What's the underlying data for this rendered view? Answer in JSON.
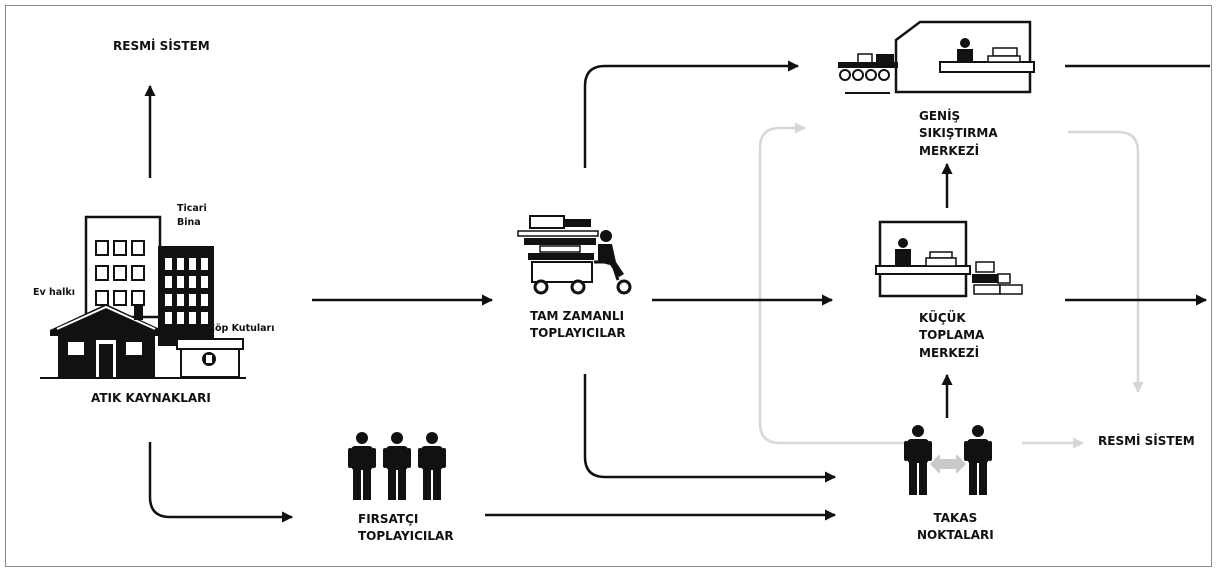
{
  "labels": {
    "formal_top": "RESMİ SİSTEM",
    "commercial_building_1": "Ticari",
    "commercial_building_2": "Bina",
    "household": "Ev halkı",
    "trash_bins": "Çöp Kutuları",
    "waste_sources": "ATIK KAYNAKLARI",
    "fulltime_1": "TAM ZAMANLI",
    "fulltime_2": "TOPLAYICILAR",
    "opportunist_1": "FIRSATÇI",
    "opportunist_2": "TOPLAYICILAR",
    "large_center_1": "GENİŞ",
    "large_center_2": "SIKIŞTIRMA",
    "large_center_3": "MERKEZİ",
    "small_center_1": "KÜÇÜK",
    "small_center_2": "TOPLAMA",
    "small_center_3": "MERKEZİ",
    "exchange_1": "TAKAS",
    "exchange_2": "NOKTALARI",
    "formal_right": "RESMİ SİSTEM"
  },
  "colors": {
    "main_flow": "#111111",
    "secondary_flow": "#d4d8da",
    "exchange_arrow": "#c8c8c8",
    "frame": "#8a8a8a"
  }
}
